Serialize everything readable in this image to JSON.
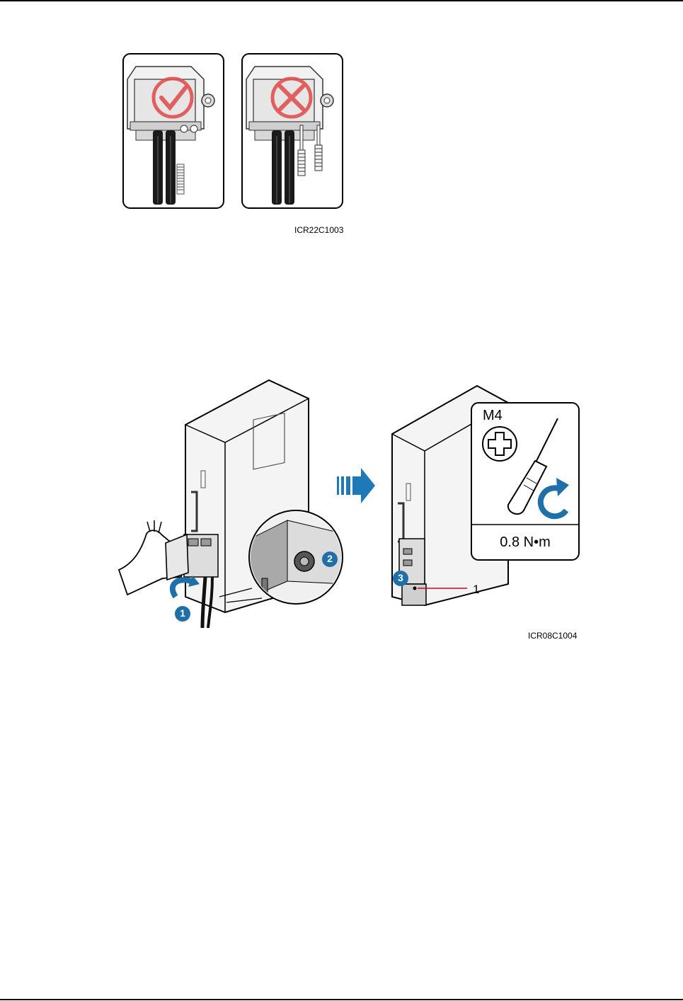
{
  "figure1": {
    "id": "ICR22C1003",
    "panels": [
      {
        "verdict": "check",
        "symbol_color": "#e05050"
      },
      {
        "verdict": "cross",
        "symbol_color": "#e05050"
      }
    ]
  },
  "figure2": {
    "id": "ICR08C1004",
    "step_labels": [
      "1",
      "2",
      "3"
    ],
    "callout_number": "1",
    "screw_spec": "M4",
    "torque": "0.8 N•m",
    "step_color": "#1f6fa8",
    "arrow_color": "#1f78b8",
    "callout_line_color": "#d0021b"
  }
}
